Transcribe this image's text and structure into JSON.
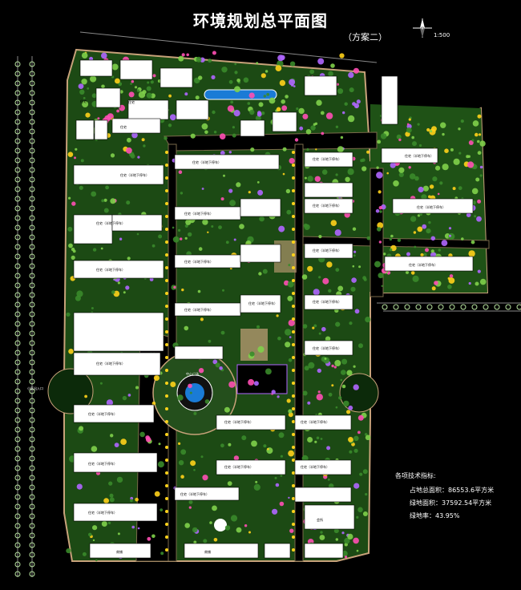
{
  "title": "环境规划总平面图",
  "subtitle": "（方案二）",
  "scale": "1:500",
  "labels": {
    "residential": "住宅（半地下停车）",
    "residential_short": "住宅",
    "shops": "商铺",
    "club": "会所",
    "plaza": "中心广场",
    "left_entrance": "小区出入口"
  },
  "tech": {
    "title": "各项技术指标:",
    "site_area": "占地总面积：86553.6平方米",
    "green_area": "绿地面积：37592.54平方米",
    "green_ratio": "绿地率：43.95%"
  },
  "colors": {
    "background": "#000000",
    "building_fill": "#ffffff",
    "green_dark": "#1c4a14",
    "green_mid": "#3a8a2a",
    "tree_light": "#7fd04a",
    "flower_pink": "#ff4fb4",
    "flower_yellow": "#ffd21a",
    "flower_purple": "#b066ff",
    "path_tan": "#c8a27a",
    "tree_row": "#b8e3a0"
  }
}
